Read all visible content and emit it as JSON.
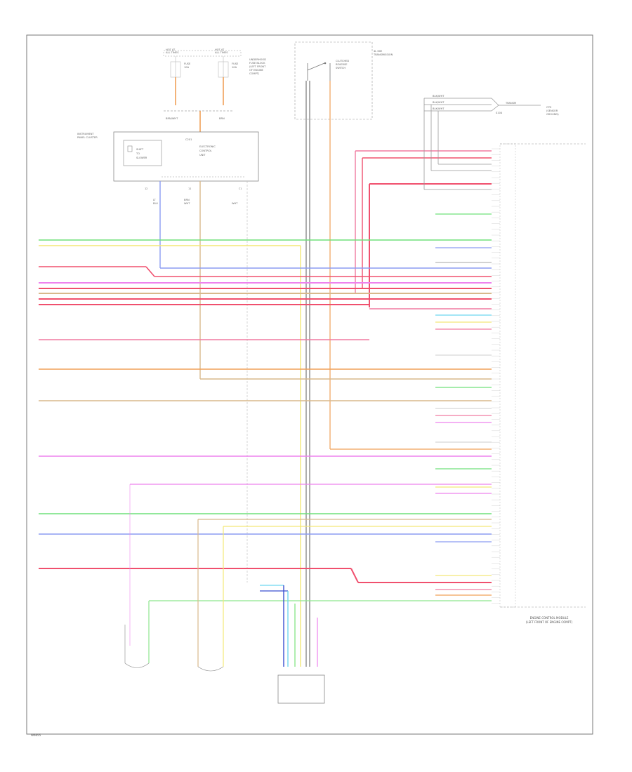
{
  "diagram": {
    "ecm_caption": [
      "ENGINE CONTROL MODULE",
      "(LEFT FRONT OF ENGINE COMPT)"
    ],
    "footer_code": "W6655"
  },
  "colors": {
    "red": "#f0506e",
    "pink": "#f07aa0",
    "green": "#6fe07a",
    "yellow": "#f3e877",
    "violet": "#ee82ee",
    "lightgreen": "#8ee68e",
    "blue": "#8c9cf2",
    "tan": "#d8b98c",
    "orange": "#f0a058",
    "cyan": "#6ed6f0",
    "gray": "#888888",
    "dblue": "#3b4fd0"
  }
}
